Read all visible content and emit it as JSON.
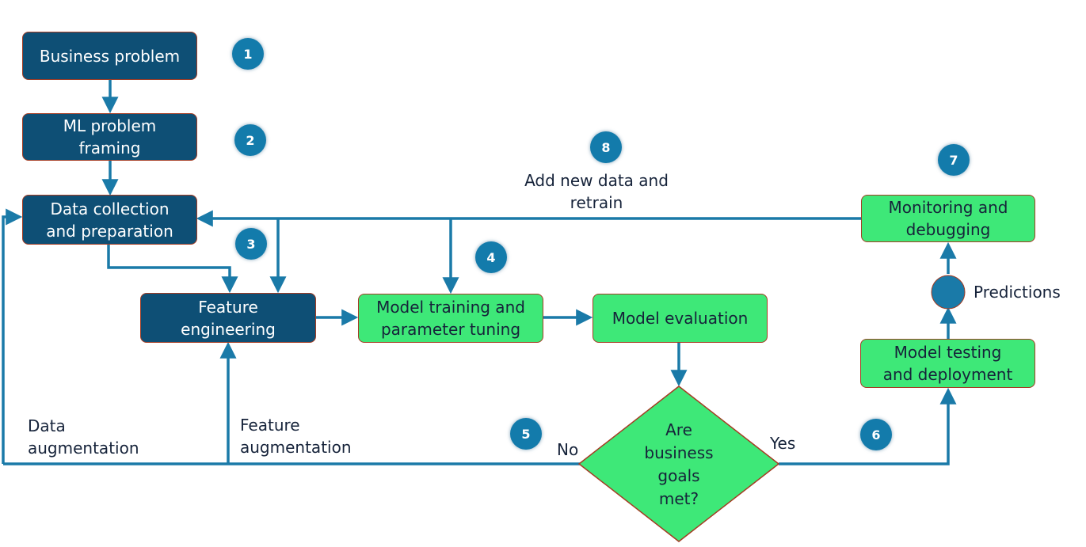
{
  "steps": {
    "business_problem": "Business problem",
    "ml_problem_framing": "ML problem\nframing",
    "data_collection": "Data collection\nand preparation",
    "feature_engineering": "Feature\nengineering",
    "model_training": "Model training and\nparameter tuning",
    "model_evaluation": "Model evaluation",
    "decision": "Are\nbusiness\ngoals\nmet?",
    "model_testing": "Model testing\nand deployment",
    "monitoring": "Monitoring and\ndebugging"
  },
  "badges": [
    "1",
    "2",
    "3",
    "4",
    "5",
    "6",
    "7",
    "8"
  ],
  "labels": {
    "add_new_data": "Add new data and\nretrain",
    "predictions": "Predictions",
    "data_augmentation": "Data\naugmentation",
    "feature_augmentation": "Feature\naugmentation",
    "no": "No",
    "yes": "Yes"
  },
  "colors": {
    "dark_box": "#0e4f75",
    "green_box": "#3ee878",
    "box_border": "#a43c23",
    "arrow": "#1a7aa8",
    "badge": "#137bab"
  }
}
